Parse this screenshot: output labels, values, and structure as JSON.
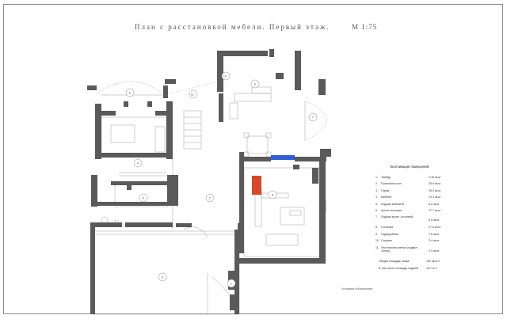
{
  "title": "План с расстановкой мебели. Первый этаж.",
  "scale": "М 1:75",
  "explication": {
    "header": "Экспликация помещений:",
    "rooms": [
      {
        "num": "1.",
        "name": "Тамбур",
        "area": "3.45 кв.м"
      },
      {
        "num": "2.",
        "name": "Прихожая-холл",
        "area": "25.6 кв.м"
      },
      {
        "num": "3.",
        "name": "Гараж",
        "area": "26.0 кв.м"
      },
      {
        "num": "4.",
        "name": "Кабинет",
        "area": "10.3 кв.м"
      },
      {
        "num": "5.",
        "name": "Лоджия кабинета",
        "area": "6.2 кв.м"
      },
      {
        "num": "6.",
        "name": "Кухня-столовая",
        "area": "27.7 кв.м"
      },
      {
        "num": "7.",
        "name": "Лоджия кухни -столовой",
        "area": "6.5 кв.м"
      },
      {
        "num": "8.",
        "name": "Гостиная",
        "area": "27.6 кв.м"
      },
      {
        "num": "9.",
        "name": "Гардеробная",
        "area": "7.6 кв.м"
      },
      {
        "num": "10.",
        "name": "Санузел",
        "area": "3.4 кв.м"
      },
      {
        "num": "11.",
        "name": "Лестничная клетка (подвал - 1этаж)",
        "area": "3.9 кв.м"
      }
    ],
    "total_label": "Общая площадь этажа",
    "total_value": "150 кв.м 2",
    "loggia_label": "В том числе площадь лоджий",
    "loggia_value": "18.7 м 2"
  },
  "legend_label": "Условные обозначения:",
  "room_markers": [
    "1",
    "2",
    "3",
    "4",
    "5",
    "6",
    "7",
    "8",
    "9",
    "10",
    "11"
  ],
  "colors": {
    "wall": "#5a5a5a",
    "line": "#9a9a9a",
    "fireplace": "#d9472b",
    "window_blue": "#2e5fd6",
    "frame": "#8a8a8a"
  }
}
